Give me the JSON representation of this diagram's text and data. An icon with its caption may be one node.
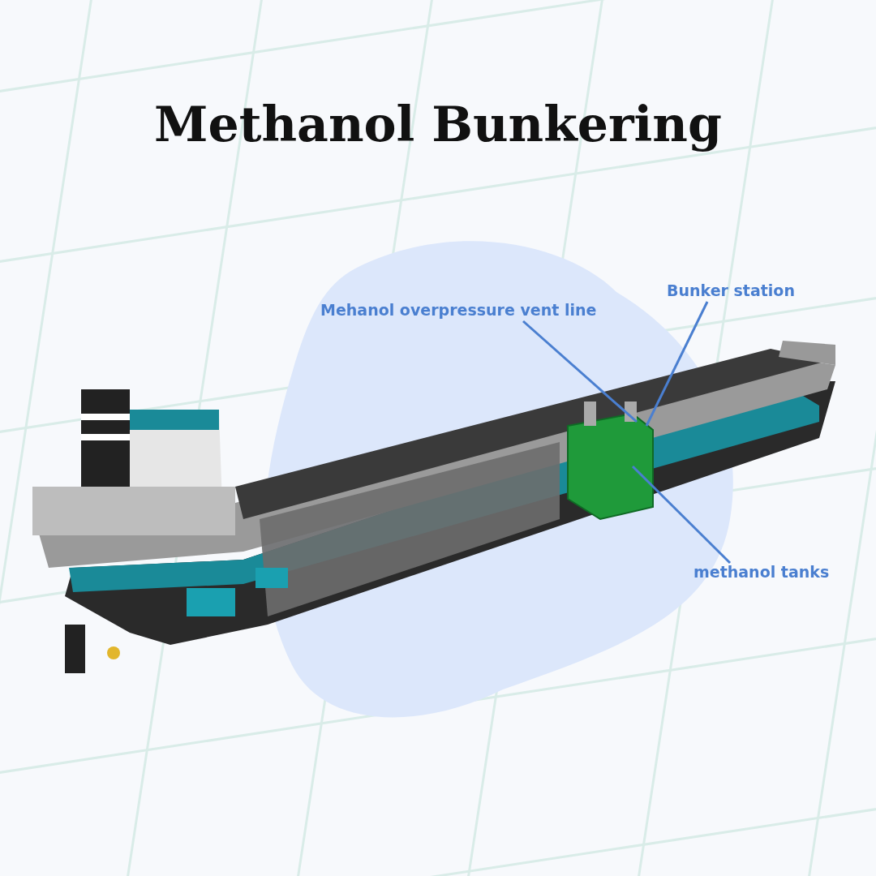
{
  "diagram": {
    "title": "Methanol Bunkering",
    "nodes": [
      {
        "text": [
          "Mehanol overpressure vent line"
        ]
      },
      {
        "text": [
          "Bunker station"
        ]
      },
      {
        "text": [
          "methanol tanks"
        ]
      }
    ],
    "edges": [
      {
        "from": 0,
        "to": null,
        "arrow": "none"
      },
      {
        "from": 1,
        "to": null,
        "arrow": "none"
      },
      {
        "from": 2,
        "to": null,
        "arrow": "none"
      }
    ]
  }
}
